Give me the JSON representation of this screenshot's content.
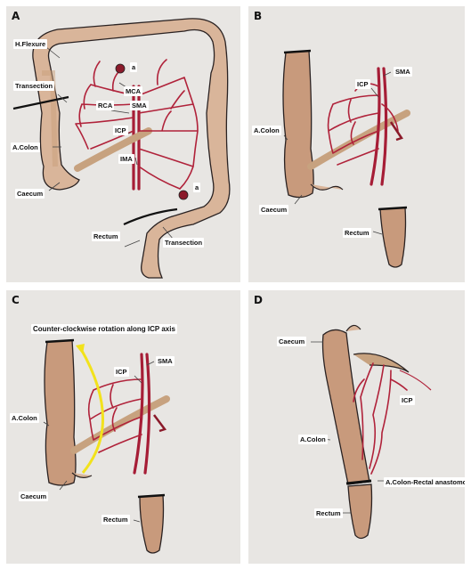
{
  "panels": {
    "A": {
      "letter": "A",
      "labels": {
        "hflexure": "H.Flexure",
        "a_top": "a",
        "transection_top": "Transection",
        "mca": "MCA",
        "rca": "RCA",
        "sma": "SMA",
        "icp": "ICP",
        "acolon": "A.Colon",
        "ima": "IMA",
        "caecum": "Caecum",
        "a_bottom": "a",
        "rectum": "Rectum",
        "transection_bottom": "Transection"
      }
    },
    "B": {
      "letter": "B",
      "labels": {
        "icp": "ICP",
        "sma": "SMA",
        "acolon": "A.Colon",
        "caecum": "Caecum",
        "rectum": "Rectum"
      }
    },
    "C": {
      "letter": "C",
      "labels": {
        "rotation": "Counter-clockwise rotation along ICP axis",
        "icp": "ICP",
        "sma": "SMA",
        "acolon": "A.Colon",
        "caecum": "Caecum",
        "rectum": "Rectum"
      }
    },
    "D": {
      "letter": "D",
      "labels": {
        "caecum": "Caecum",
        "icp": "ICP",
        "acolon": "A.Colon",
        "anastomosis": "A.Colon-Rectal anastomosis",
        "rectum": "Rectum"
      }
    }
  },
  "colors": {
    "panel_bg": "#e8e6e3",
    "tissue": "#d9b59a",
    "vessel": "#b0223a",
    "arrow": "#f2e21c"
  }
}
